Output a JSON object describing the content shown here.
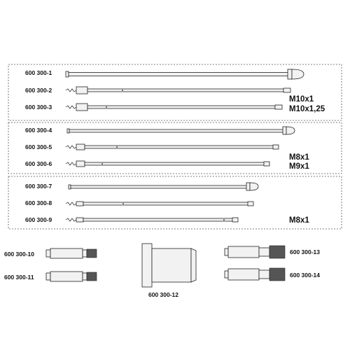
{
  "groups": [
    {
      "items": [
        {
          "code": "600 300-1",
          "tip": "cap"
        },
        {
          "code": "600 300-2",
          "tip": "drill"
        },
        {
          "code": "600 300-3",
          "tip": "drill"
        }
      ],
      "threads": [
        "M10x1",
        "M10x1,25"
      ]
    },
    {
      "items": [
        {
          "code": "600 300-4",
          "tip": "cap"
        },
        {
          "code": "600 300-5",
          "tip": "drill"
        },
        {
          "code": "600 300-6",
          "tip": "drill"
        }
      ],
      "threads": [
        "M8x1",
        "M9x1"
      ]
    },
    {
      "items": [
        {
          "code": "600 300-7",
          "tip": "cap"
        },
        {
          "code": "600 300-8",
          "tip": "drill"
        },
        {
          "code": "600 300-9",
          "tip": "drill"
        }
      ],
      "threads": [
        "M8x1"
      ]
    }
  ],
  "adapters": {
    "left": [
      "600 300-10",
      "600 300-11"
    ],
    "center": "600 300-12",
    "right": [
      "600 300-13",
      "600 300-14"
    ]
  }
}
